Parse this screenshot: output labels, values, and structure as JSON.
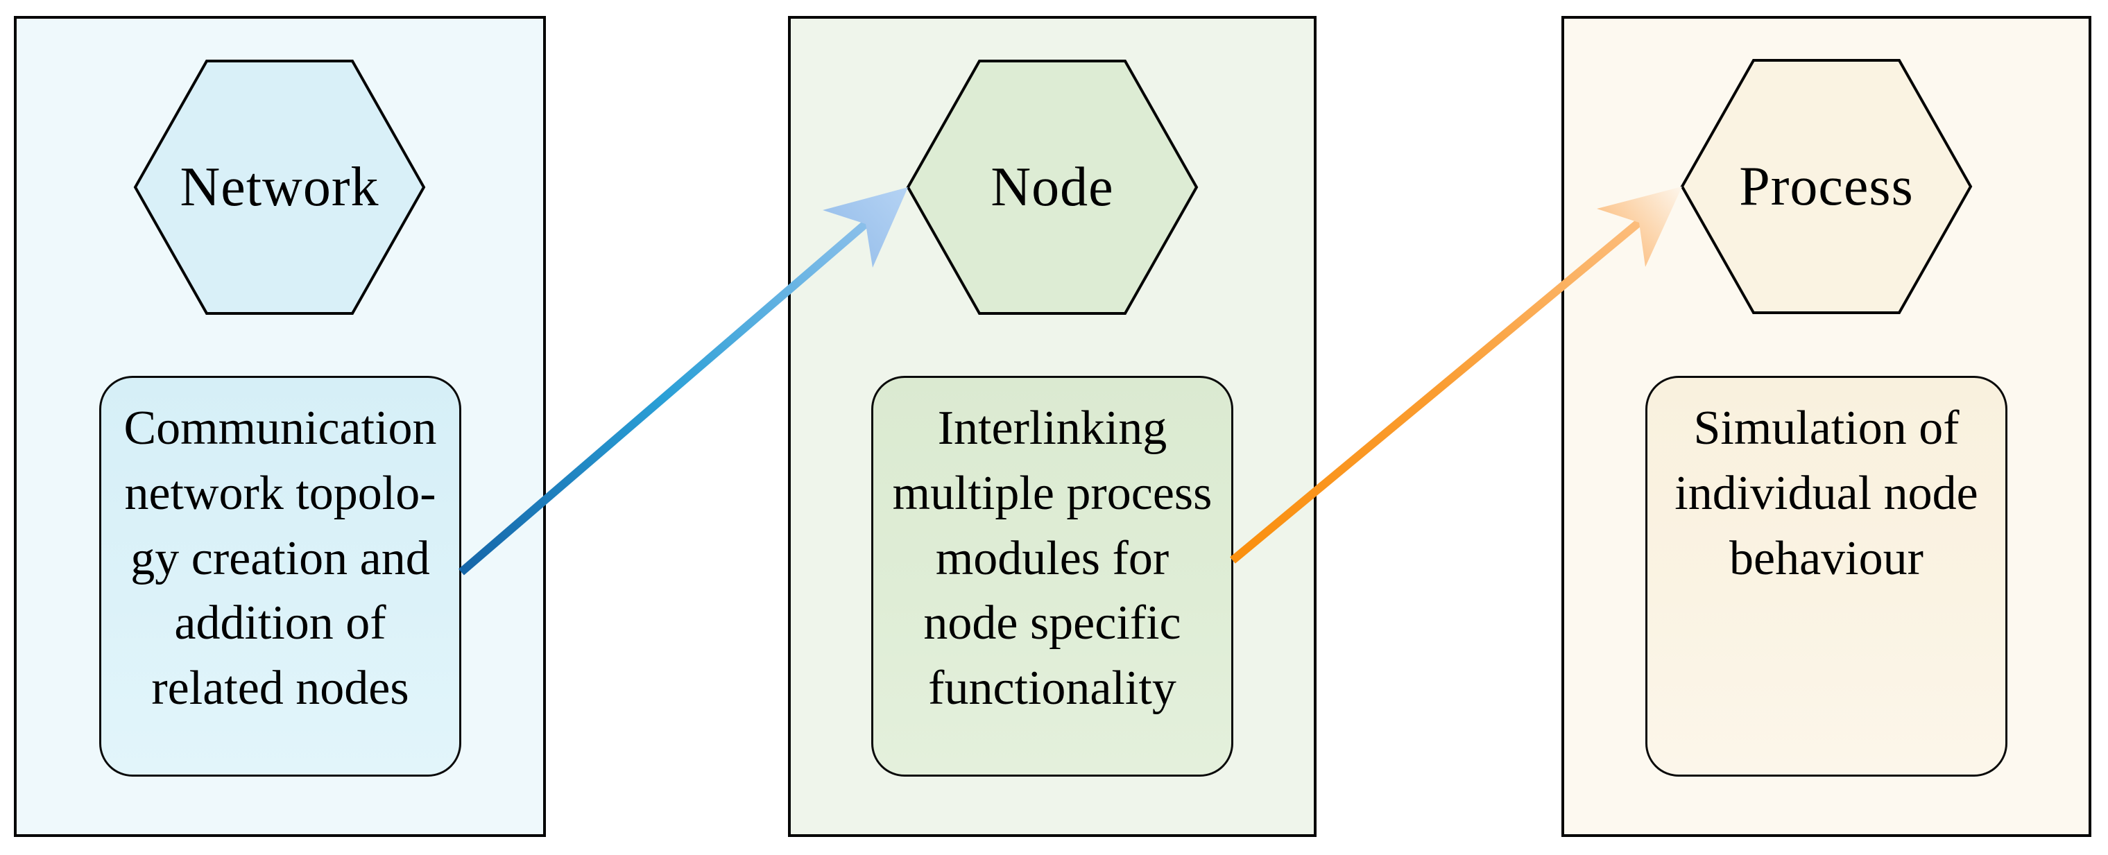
{
  "diagram": {
    "title": "",
    "panels": [
      {
        "id": "network",
        "hex_label": "Network",
        "box_text": "Communication\nnetwork topolo-\ngy creation and\naddition of\nrelated nodes",
        "panel_bg": "#eff9fc",
        "shape_fill": "#d9f0f8"
      },
      {
        "id": "node",
        "hex_label": "Node",
        "box_text": "Interlinking\nmultiple process\nmodules for\nnode specific\nfunctionality",
        "panel_bg": "#eff5eb",
        "shape_fill": "#ddecd4"
      },
      {
        "id": "process",
        "hex_label": "Process",
        "box_text": "Simulation of\nindividual node\nbehaviour",
        "panel_bg": "#fdf9f0",
        "shape_fill": "#faf3e2"
      }
    ],
    "arrows": [
      {
        "id": "network-to-node",
        "from": "Network",
        "to": "Node",
        "color_start": "#1565a8",
        "color_mid": "#2a9fd6",
        "color_end": "#a9cbf0"
      },
      {
        "id": "node-to-process",
        "from": "Node",
        "to": "Process",
        "color_start": "#fa8f0e",
        "color_mid": "#fa9c30",
        "color_end": "#fdf0e0"
      }
    ],
    "border_color": "#050505",
    "text_color": "#000000"
  }
}
